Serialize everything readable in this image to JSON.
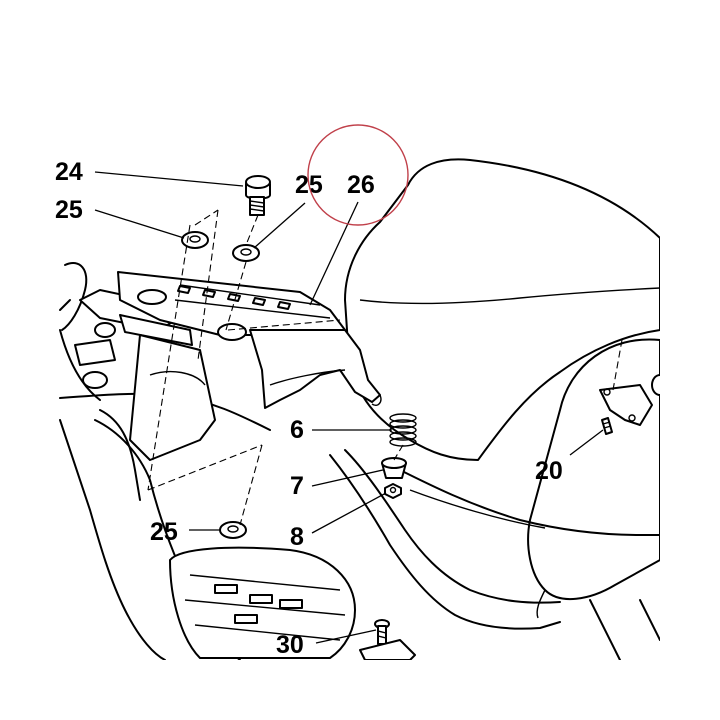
{
  "diagram": {
    "callouts": [
      {
        "id": "part-24",
        "text": "24"
      },
      {
        "id": "part-25-left",
        "text": "25"
      },
      {
        "id": "part-25-top",
        "text": "25"
      },
      {
        "id": "part-26",
        "text": "26"
      },
      {
        "id": "part-6",
        "text": "6"
      },
      {
        "id": "part-7",
        "text": "7"
      },
      {
        "id": "part-8",
        "text": "8"
      },
      {
        "id": "part-20",
        "text": "20"
      },
      {
        "id": "part-25-bottom",
        "text": "25"
      },
      {
        "id": "part-30",
        "text": "30"
      }
    ],
    "highlight_color": "#c0404a",
    "line_color": "#000000"
  }
}
